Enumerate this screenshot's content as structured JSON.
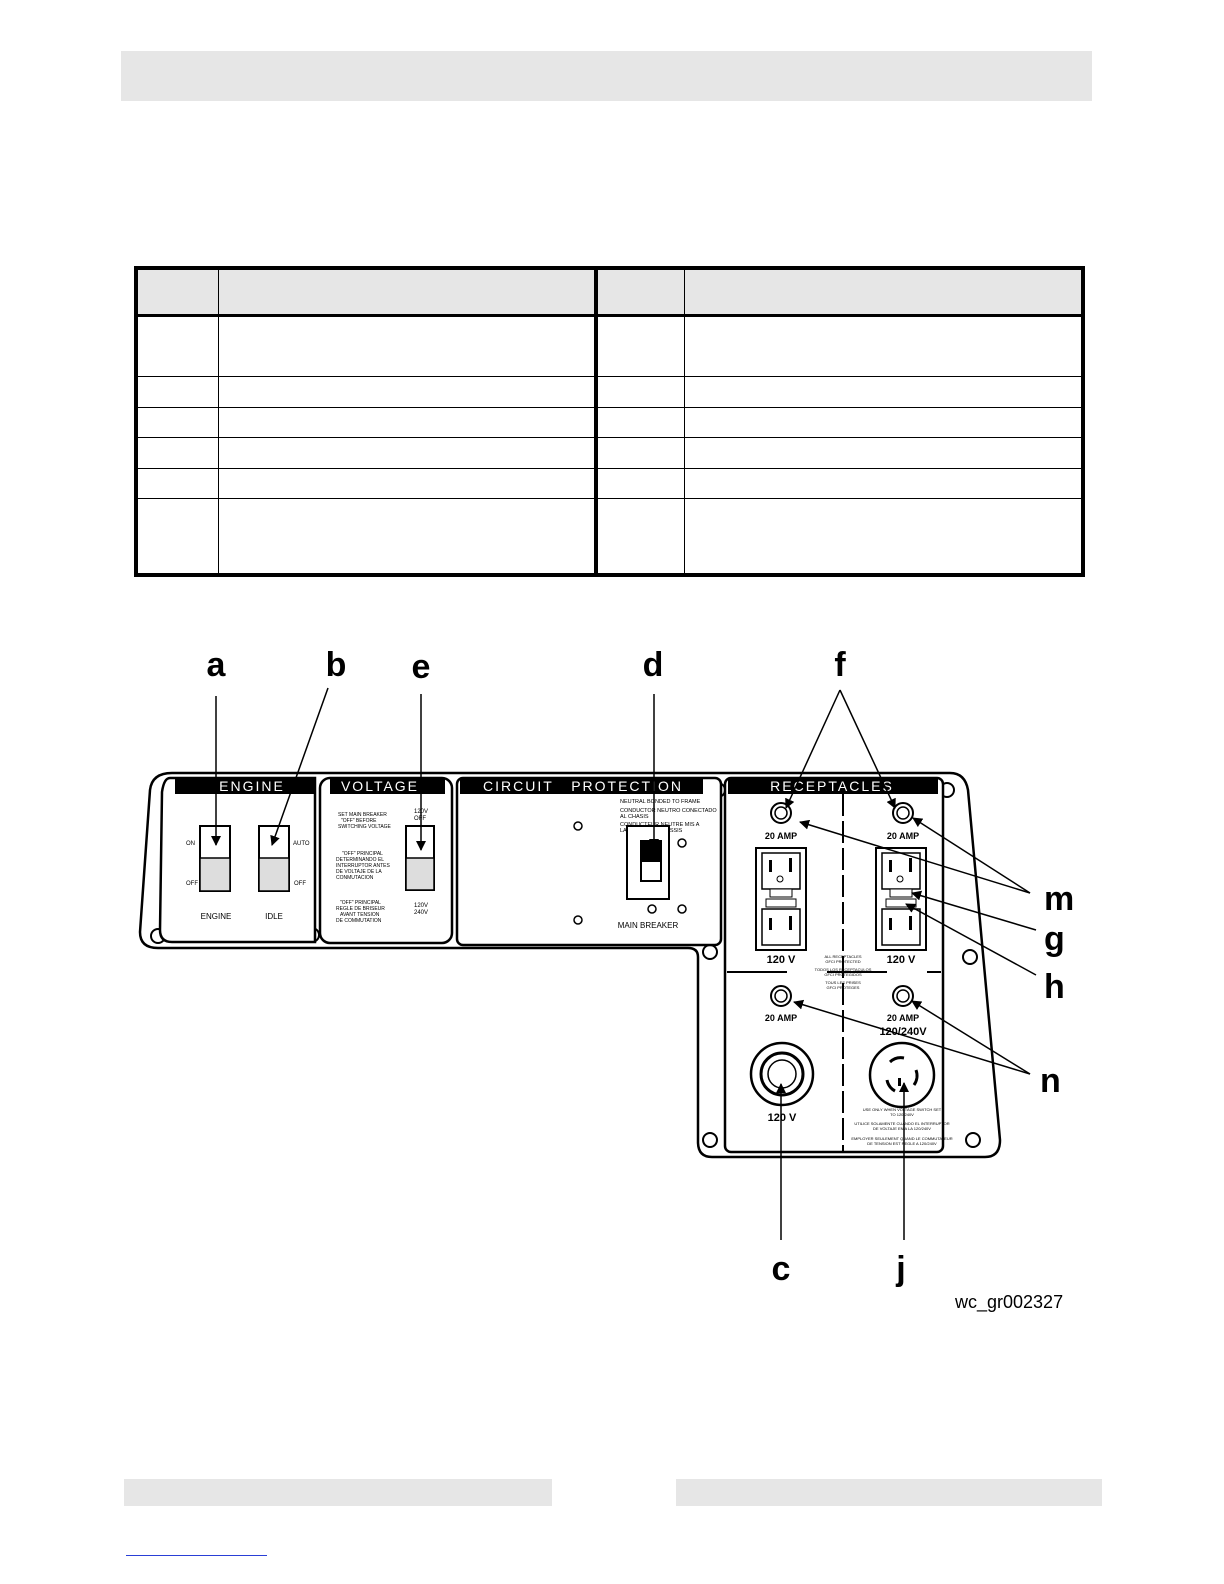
{
  "legend_table": {
    "headers": [
      "",
      "",
      "",
      ""
    ],
    "rows": [
      [
        "",
        "",
        "",
        ""
      ],
      [
        "",
        "",
        "",
        ""
      ],
      [
        "",
        "",
        "",
        ""
      ],
      [
        "",
        "",
        "",
        ""
      ],
      [
        "",
        "",
        "",
        ""
      ],
      [
        "",
        "",
        "",
        ""
      ]
    ]
  },
  "diagram": {
    "callouts": {
      "a": "a",
      "b": "b",
      "e": "e",
      "d": "d",
      "f": "f",
      "m": "m",
      "g": "g",
      "h": "h",
      "n": "n",
      "c": "c",
      "j": "j"
    },
    "engine": {
      "header": "ENGINE",
      "on": "ON",
      "off": "OFF",
      "auto": "AUTO",
      "off2": "OFF",
      "engine_label": "ENGINE",
      "idle_label": "IDLE"
    },
    "voltage": {
      "header": "VOLTAGE",
      "v1": "120V",
      "v1b": "OFF",
      "v2": "120V",
      "v3": "240V",
      "note_en_1": "SET MAIN BREAKER",
      "note_en_2": "\"OFF\" BEFORE",
      "note_en_3": "SWITCHING VOLTAGE",
      "note_es_1": "\"OFF\" PRINCIPAL",
      "note_es_2": "DETERMINANDO EL",
      "note_es_3": "INTERRUPTOR ANTES",
      "note_es_4": "DE VOLTAJE DE LA",
      "note_es_5": "CONMUTACION",
      "note_fr_1": "\"OFF\" PRINCIPAL",
      "note_fr_2": "REGLE DE BRISEUR",
      "note_fr_3": "AVANT TENSION",
      "note_fr_4": "DE COMMUTATION"
    },
    "circuit": {
      "header": "CIRCUIT   PROTECTION",
      "neutral_1": "NEUTRAL BONDED TO FRAME",
      "neutral_2": "CONDUCTOR NEUTRO CONECTADO",
      "neutral_3": "AL CHASIS",
      "neutral_4": "CONDUCTEUR NEUTRE MIS A",
      "neutral_5": "LA MASSE DU CHASSIS",
      "main_breaker": "MAIN BREAKER"
    },
    "receptacles": {
      "header": "RECEPTACLES",
      "amp_tl": "20 AMP",
      "amp_tr": "20 AMP",
      "amp_bl": "20 AMP",
      "amp_br": "20 AMP",
      "v_tl": "120 V",
      "v_tr": "120 V",
      "v_bl": "120 V",
      "v_br": "120/240V",
      "gfci_1": "ALL RECEPTACLES",
      "gfci_2": "GFCI PROTECTED",
      "gfci_3": "TODOS LOS RECEPTACULOS",
      "gfci_4": "GFCI PROTEGIDOS",
      "gfci_5": "TOUS LES PRISES",
      "gfci_6": "GFCI PROTEGES",
      "twist_1": "USE ONLY WHEN VOLTAGE SWITCH SET",
      "twist_2": "TO 120/240V",
      "twist_3": "UTILICE SOLAMENTE CUANDO EL INTERRUPTOR",
      "twist_4": "DE VOLTAJE EN A LA 120/240V",
      "twist_5": "EMPLOYER SEULEMENT QUAND LE COMMUTATEUR",
      "twist_6": "DE TENSION EST REGLE A 120/240V"
    }
  },
  "figure_id": "wc_gr002327"
}
